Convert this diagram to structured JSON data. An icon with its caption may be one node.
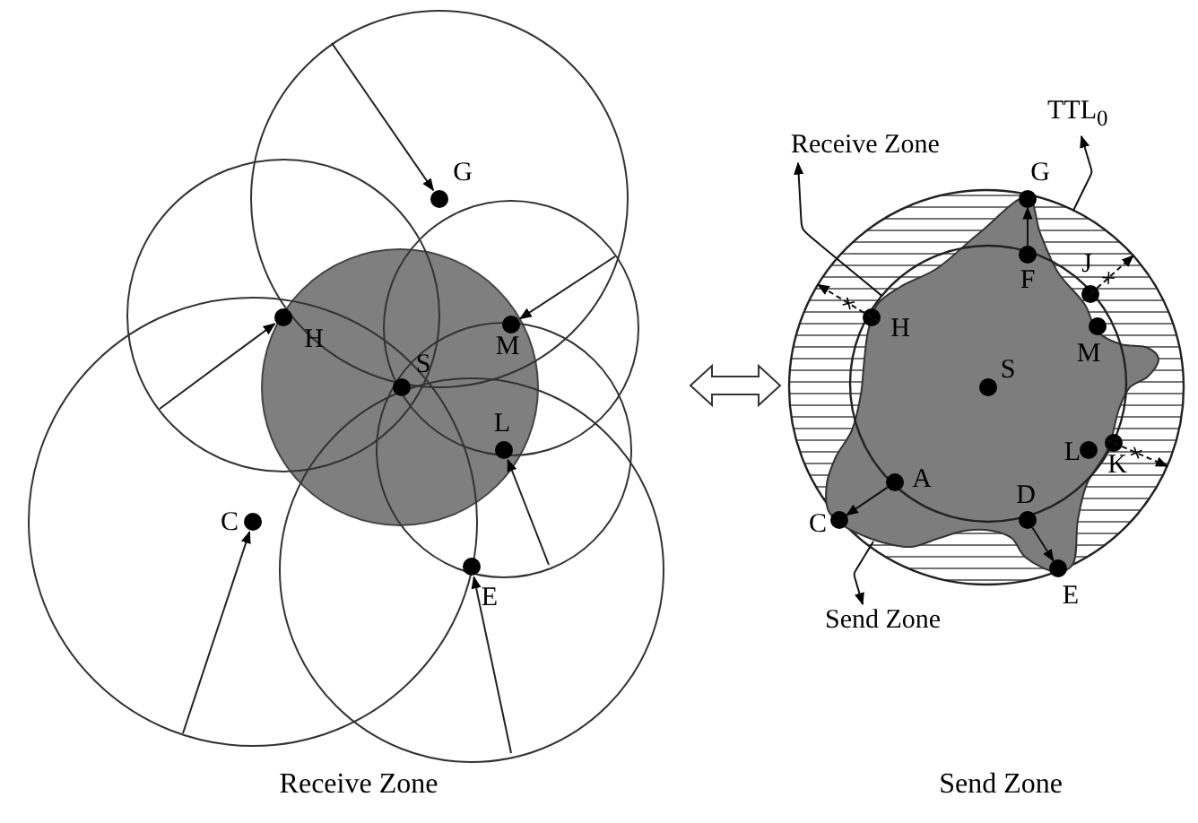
{
  "diagram": {
    "nodes": [
      {
        "text": [
          "G"
        ]
      },
      {
        "text": [
          "H"
        ]
      },
      {
        "text": [
          "M"
        ]
      },
      {
        "text": [
          "S"
        ]
      },
      {
        "text": [
          "L"
        ]
      },
      {
        "text": [
          "C"
        ]
      },
      {
        "text": [
          "E"
        ]
      },
      {
        "text": [
          "TTL$_{0}$"
        ]
      },
      {
        "text": [
          "Receive Zone"
        ]
      },
      {
        "text": [],
        "shape": "circle"
      },
      {
        "text": [],
        "shape": "circle",
        "in": 11
      },
      {
        "text": [],
        "shape": "blob",
        "in": 9
      },
      {
        "text": [
          "G"
        ],
        "in": 11
      },
      {
        "text": [
          "F"
        ],
        "in": 10
      },
      {
        "text": [
          "J"
        ],
        "in": 10
      },
      {
        "text": [
          "H"
        ],
        "in": 10
      },
      {
        "text": [
          "M"
        ],
        "in": 10
      },
      {
        "text": [
          "S"
        ],
        "in": 10
      },
      {
        "text": [
          "L"
        ],
        "in": 10
      },
      {
        "text": [
          "K"
        ],
        "in": 11
      },
      {
        "text": [
          "A"
        ],
        "in": 10
      },
      {
        "text": [
          "C"
        ],
        "in": 11
      },
      {
        "text": [
          "D"
        ],
        "in": 11
      },
      {
        "text": [
          "E"
        ],
        "in": 11
      },
      {
        "text": [
          "Send Zone"
        ]
      }
    ],
    "edges": [
      {
        "from": 10,
        "to": 8,
        "arrow": "to"
      },
      {
        "from": 9,
        "to": 7,
        "arrow": "to"
      },
      {
        "from": 13,
        "to": 12,
        "arrow": "to"
      },
      {
        "from": 20,
        "to": 21,
        "arrow": "to"
      },
      {
        "from": 22,
        "to": 23,
        "arrow": "to"
      },
      {
        "from": 15,
        "to": 9,
        "arrow": "to",
        "style": "dashed"
      },
      {
        "from": 14,
        "to": 9,
        "arrow": "to",
        "style": "dashed"
      },
      {
        "from": 19,
        "to": 9,
        "arrow": "to",
        "style": "dashed"
      },
      {
        "from": 11,
        "to": 24,
        "arrow": "to"
      }
    ],
    "labels": [
      "Receive Zone",
      "Send Zone"
    ]
  }
}
